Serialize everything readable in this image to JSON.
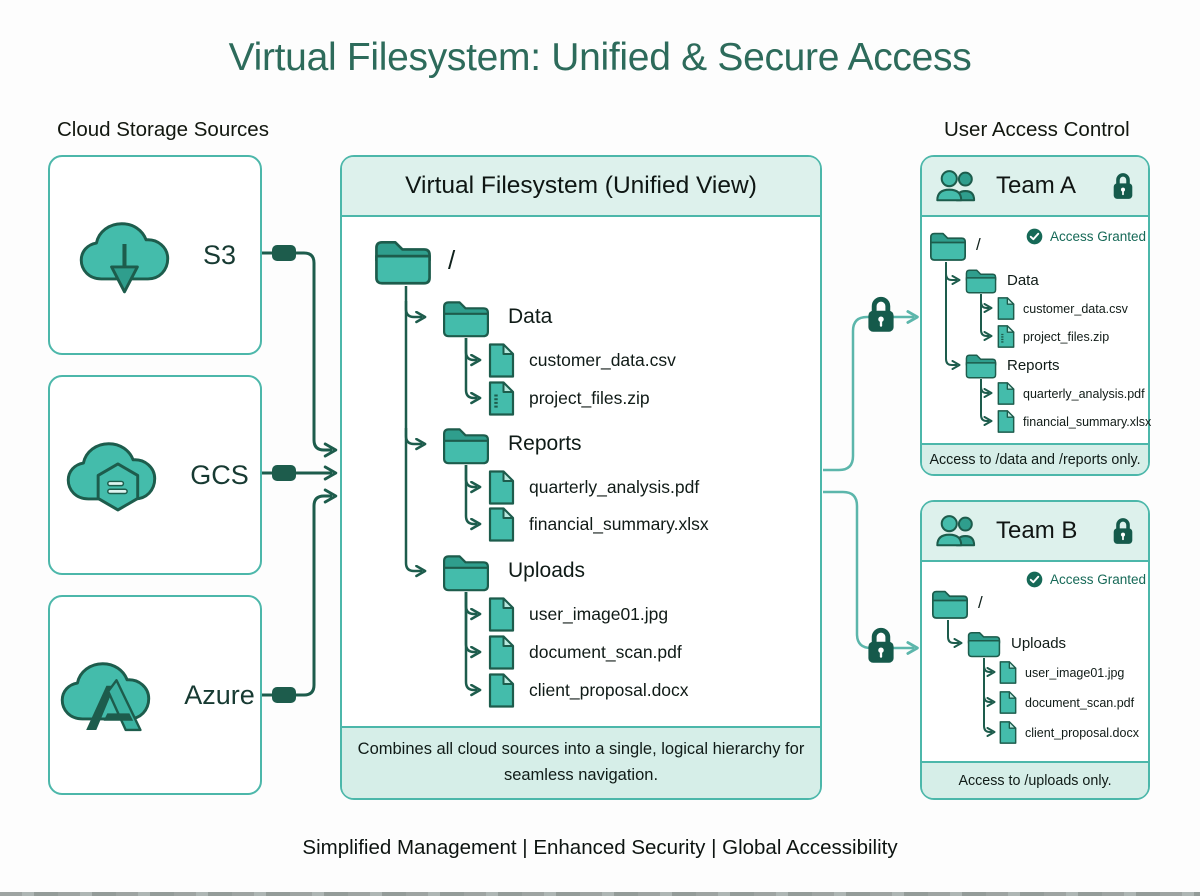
{
  "title": "Virtual Filesystem: Unified & Secure Access",
  "tagline": "Simplified Management | Enhanced Security | Global Accessibility",
  "sources": {
    "label": "Cloud Storage Sources",
    "items": [
      {
        "name": "S3",
        "icon": "cloud-download-icon"
      },
      {
        "name": "GCS",
        "icon": "cloud-storage-icon"
      },
      {
        "name": "Azure",
        "icon": "cloud-azure-icon"
      }
    ]
  },
  "vfs": {
    "header": "Virtual Filesystem (Unified View)",
    "root": "/",
    "folders": [
      {
        "name": "Data",
        "files": [
          "customer_data.csv",
          "project_files.zip"
        ]
      },
      {
        "name": "Reports",
        "files": [
          "quarterly_analysis.pdf",
          "financial_summary.xlsx"
        ]
      },
      {
        "name": "Uploads",
        "files": [
          "user_image01.jpg",
          "document_scan.pdf",
          "client_proposal.docx"
        ]
      }
    ],
    "caption": "Combines all cloud sources into a single, logical hierarchy for seamless navigation."
  },
  "access": {
    "label": "User Access Control",
    "teams": [
      {
        "name": "Team A",
        "status": "Access Granted",
        "root": "/",
        "folders": [
          {
            "name": "Data",
            "files": [
              "customer_data.csv",
              "project_files.zip"
            ]
          },
          {
            "name": "Reports",
            "files": [
              "quarterly_analysis.pdf",
              "financial_summary.xlsx"
            ]
          }
        ],
        "note": "Access to /data and /reports only."
      },
      {
        "name": "Team B",
        "status": "Access Granted",
        "root": "/",
        "folders": [
          {
            "name": "Uploads",
            "files": [
              "user_image01.jpg",
              "document_scan.pdf",
              "client_proposal.docx"
            ]
          }
        ],
        "note": "Access to /uploads only."
      }
    ]
  },
  "icons": {
    "s3": "cloud-download-icon",
    "gcs": "cloud-storage-icon",
    "azure": "cloud-azure-icon",
    "team": "users-icon",
    "security": "lock-icon",
    "status": "check-circle-icon",
    "folder": "folder-icon",
    "file": "file-icon",
    "zip": "file-zip-icon"
  },
  "colors": {
    "accent": "#44bcab",
    "accentDark": "#1d5c4c",
    "border": "#4cb7aa",
    "headerBg": "#ddf1ec",
    "noteBg": "#d6eee8",
    "statusGreen": "#166957",
    "titleColor": "#2d6b5b",
    "connectorTeal": "#5cb6ab"
  }
}
